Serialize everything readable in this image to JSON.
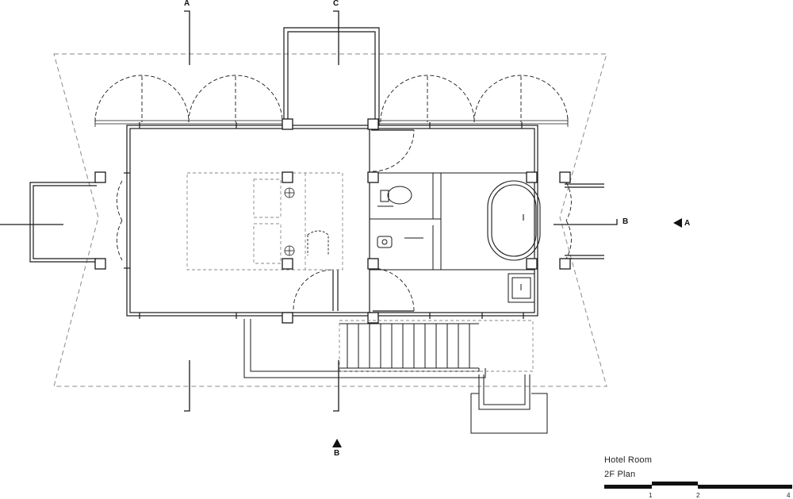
{
  "drawing": {
    "title": "Hotel Room",
    "subtitle": "2F Plan"
  },
  "section_marks": {
    "a_top": "A",
    "c_top": "C",
    "b_right": "B",
    "a_right": "A",
    "b_bottom": "B"
  },
  "scale_bar": {
    "tick_1": "1",
    "tick_2": "2",
    "tick_4": "4"
  },
  "colors": {
    "line": "#1a1a1a",
    "dashed": "#8a8a8a",
    "background": "#ffffff"
  }
}
